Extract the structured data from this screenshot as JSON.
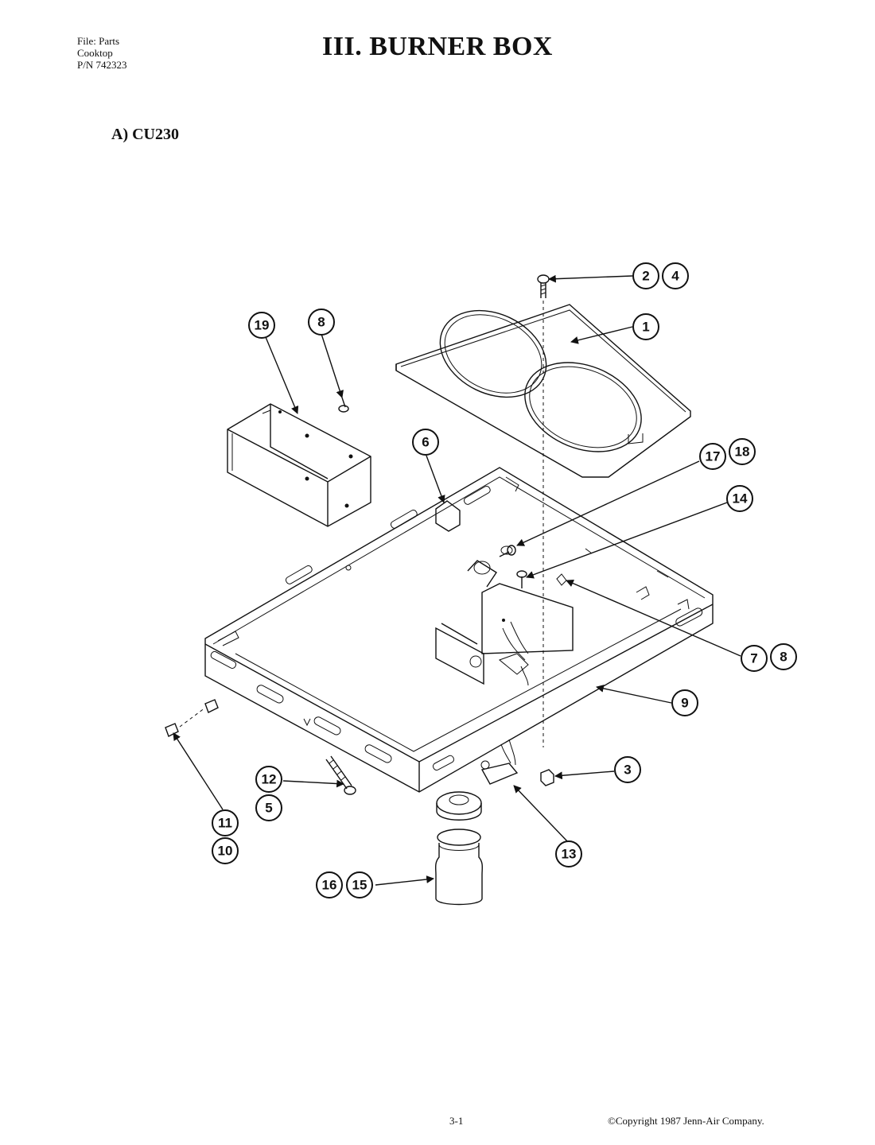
{
  "header": {
    "file_line1": "File: Parts",
    "file_line2": "Cooktop",
    "file_line3": "P/N 742323",
    "title": "III.  BURNER BOX"
  },
  "section": {
    "label": "A)  CU230"
  },
  "callouts": {
    "c1": "1",
    "c2": "2",
    "c3": "3",
    "c4": "4",
    "c5": "5",
    "c6": "6",
    "c7": "7",
    "c8a": "8",
    "c8b": "8",
    "c9": "9",
    "c10": "10",
    "c11": "11",
    "c12": "12",
    "c13": "13",
    "c14": "14",
    "c15": "15",
    "c16": "16",
    "c17": "17",
    "c18": "18",
    "c19": "19"
  },
  "footer": {
    "page": "3-1",
    "copyright": "©Copyright 1987 Jenn-Air Company."
  }
}
